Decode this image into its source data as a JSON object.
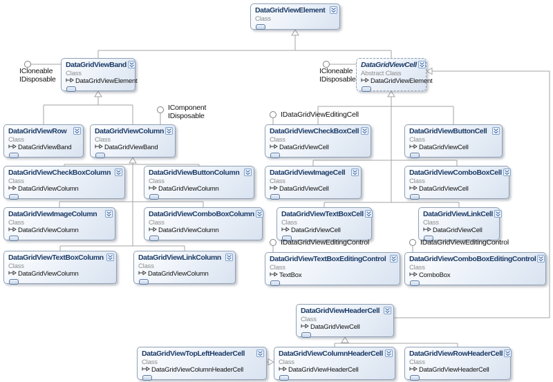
{
  "diagram_type": "class-diagram",
  "classes": [
    {
      "id": "element",
      "name": "DataGridViewElement",
      "stereotype": "Class"
    },
    {
      "id": "band",
      "name": "DataGridViewBand",
      "stereotype": "Class",
      "base": "DataGridViewElement"
    },
    {
      "id": "cell",
      "name": "DataGridViewCell",
      "stereotype": "Abstract Class",
      "base": "DataGridViewElement",
      "abstract": true
    },
    {
      "id": "row",
      "name": "DataGridViewRow",
      "stereotype": "Class",
      "base": "DataGridViewBand"
    },
    {
      "id": "column",
      "name": "DataGridViewColumn",
      "stereotype": "Class",
      "base": "DataGridViewBand"
    },
    {
      "id": "checkboxcell",
      "name": "DataGridViewCheckBoxCell",
      "stereotype": "Class",
      "base": "DataGridViewCell"
    },
    {
      "id": "buttoncell",
      "name": "DataGridViewButtonCell",
      "stereotype": "Class",
      "base": "DataGridViewCell"
    },
    {
      "id": "checkboxcolumn",
      "name": "DataGridViewCheckBoxColumn",
      "stereotype": "Class",
      "base": "DataGridViewColumn"
    },
    {
      "id": "buttoncolumn",
      "name": "DataGridViewButtonColumn",
      "stereotype": "Class",
      "base": "DataGridViewColumn"
    },
    {
      "id": "imagecell",
      "name": "DataGridViewImageCell",
      "stereotype": "Class",
      "base": "DataGridViewCell"
    },
    {
      "id": "comboboxcell",
      "name": "DataGridViewComboBoxCell",
      "stereotype": "Class",
      "base": "DataGridViewCell"
    },
    {
      "id": "imagecolumn",
      "name": "DataGridViewImageColumn",
      "stereotype": "Class",
      "base": "DataGridViewColumn"
    },
    {
      "id": "comboboxcolumn",
      "name": "DataGridViewComboBoxColumn",
      "stereotype": "Class",
      "base": "DataGridViewColumn"
    },
    {
      "id": "textboxcell",
      "name": "DataGridViewTextBoxCell",
      "stereotype": "Class",
      "base": "DataGridViewCell"
    },
    {
      "id": "linkcell",
      "name": "DataGridViewLinkCell",
      "stereotype": "Class",
      "base": "DataGridViewCell"
    },
    {
      "id": "textboxcolumn",
      "name": "DataGridViewTextBoxColumn",
      "stereotype": "Class",
      "base": "DataGridViewColumn"
    },
    {
      "id": "linkcolumn",
      "name": "DataGridViewLinkColumn",
      "stereotype": "Class",
      "base": "DataGridViewColumn"
    },
    {
      "id": "textboxeditingcontrol",
      "name": "DataGridViewTextBoxEditingControl",
      "stereotype": "Class",
      "base": "TextBox"
    },
    {
      "id": "comboboxeditingcontrol",
      "name": "DataGridViewComboBoxEditingControl",
      "stereotype": "Class",
      "base": "ComboBox"
    },
    {
      "id": "headercell",
      "name": "DataGridViewHeaderCell",
      "stereotype": "Class",
      "base": "DataGridViewCell"
    },
    {
      "id": "topleftheadercell",
      "name": "DataGridViewTopLeftHeaderCell",
      "stereotype": "Class",
      "base": "DataGridViewColumnHeaderCell"
    },
    {
      "id": "columnheadercell",
      "name": "DataGridViewColumnHeaderCell",
      "stereotype": "Class",
      "base": "DataGridViewHeaderCell"
    },
    {
      "id": "rowheadercell",
      "name": "DataGridViewRowHeaderCell",
      "stereotype": "Class",
      "base": "DataGridViewHeaderCell"
    }
  ],
  "interfaces": [
    {
      "id": "band-ifaces",
      "attached_to": "DataGridViewBand",
      "labels": [
        "ICloneable",
        "IDisposable"
      ]
    },
    {
      "id": "cell-ifaces",
      "attached_to": "DataGridViewCell",
      "labels": [
        "ICloneable",
        "IDisposable"
      ]
    },
    {
      "id": "column-ifaces",
      "attached_to": "DataGridViewColumn",
      "labels": [
        "IComponent",
        "IDisposable"
      ]
    },
    {
      "id": "checkboxcell-iface",
      "attached_to": "DataGridViewCheckBoxCell",
      "labels": [
        "IDataGridViewEditingCell"
      ]
    },
    {
      "id": "tbec-iface",
      "attached_to": "DataGridViewTextBoxEditingControl",
      "labels": [
        "IDataGridViewEditingControl"
      ]
    },
    {
      "id": "cbec-iface",
      "attached_to": "DataGridViewComboBoxEditingControl",
      "labels": [
        "IDataGridViewEditingControl"
      ]
    }
  ],
  "icons": {
    "collapse_chevron": "chevron-collapse-icon",
    "inherits_arrow": "inherits-arrow-icon",
    "members_compartment": "members-compartment-icon",
    "interface_lollipop": "interface-lollipop-icon"
  },
  "colors": {
    "node_title": "#1b3a66",
    "node_border": "#8fa0b5",
    "node_gradient_start": "#fdfeff",
    "node_gradient_end": "#d9e3f0",
    "stereotype_text": "#8c8c8c",
    "connector": "#a3a3a3",
    "chevron_blue": "#5b7fb5"
  }
}
